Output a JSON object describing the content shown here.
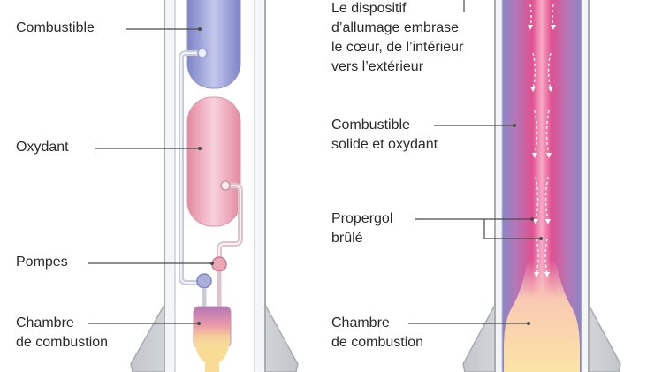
{
  "left_diagram": {
    "labels": {
      "combustible": "Combustible",
      "oxydant": "Oxydant",
      "pompes": "Pompes",
      "chambre_line1": "Chambre",
      "chambre_line2": "de combustion"
    }
  },
  "right_diagram": {
    "labels": {
      "allumage_line1": "Le dispositif",
      "allumage_line2": "d’allumage embrase",
      "allumage_line3": "le cœur, de l’intérieur",
      "allumage_line4": "vers l’extérieur",
      "combustible_line1": "Combustible",
      "combustible_line2": "solide et oxydant",
      "propergol_line1": "Propergol",
      "propergol_line2": "brûlé",
      "chambre_line1": "Chambre",
      "chambre_line2": "de combustion"
    }
  },
  "colors": {
    "fuel_tank": "#8d94cf",
    "oxidizer_tank": "#e08ea0",
    "solid_core": "#d9458a",
    "chamber_flame": "#f6d79a",
    "casing": "#c7cacd"
  }
}
